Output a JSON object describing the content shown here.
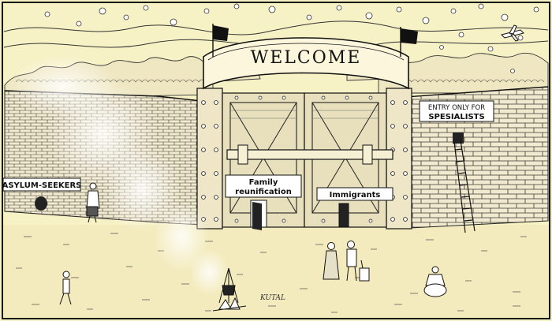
{
  "scene": {
    "colors": {
      "paper": "#f7f1c6",
      "ink": "#111111",
      "sky": "#f4ecbe",
      "ground": "#f3ebbd",
      "brick_line": "#3a3a30",
      "smoke": "#e9e3cf"
    }
  },
  "banner": {
    "text": "WELCOME"
  },
  "signs": {
    "asylum": "ASYLUM-SEEKERS",
    "family_line1": "Family",
    "family_line2": "reunification",
    "immigrants": "Immigrants",
    "entry_line1": "ENTRY ONLY FOR",
    "entry_line2": "SPESIALISTS"
  },
  "signature": "KUTAL"
}
